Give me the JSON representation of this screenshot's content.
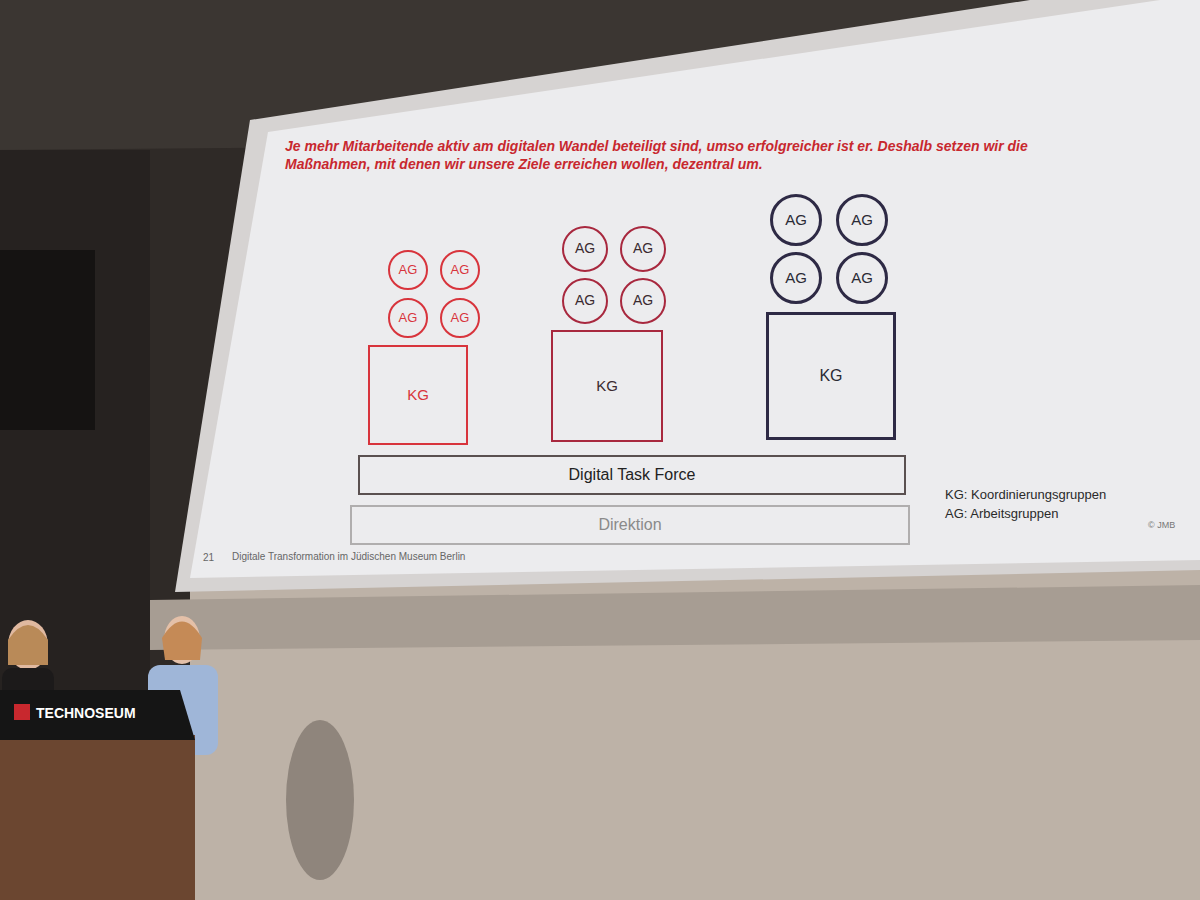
{
  "diagram": {
    "title": "Je mehr Mitarbeitende aktiv am digitalen Wandel beteiligt sind, umso erfolgreicher ist er. Deshalb setzen wir die Maßnahmen, mit denen wir unsere Ziele erreichen wollen, dezentral um.",
    "nodes": [
      {
        "text": [
          "AG"
        ]
      },
      {
        "text": [
          "AG"
        ]
      },
      {
        "text": [
          "AG"
        ]
      },
      {
        "text": [
          "AG"
        ]
      },
      {
        "text": [
          "KG"
        ]
      },
      {
        "text": [
          "AG"
        ]
      },
      {
        "text": [
          "AG"
        ]
      },
      {
        "text": [
          "AG"
        ]
      },
      {
        "text": [
          "AG"
        ]
      },
      {
        "text": [
          "KG"
        ]
      },
      {
        "text": [
          "AG"
        ]
      },
      {
        "text": [
          "AG"
        ]
      },
      {
        "text": [
          "AG"
        ]
      },
      {
        "text": [
          "AG"
        ]
      },
      {
        "text": [
          "KG"
        ]
      },
      {
        "text": [
          "Digital Task Force"
        ]
      },
      {
        "text": [
          "Direktion"
        ]
      }
    ],
    "labels": [
      "KG: Koordinierungsgruppen",
      "AG: Arbeitsgruppen",
      "21",
      "Digitale Transformation im Jüdischen Museum Berlin",
      "© JMB",
      "TECHNOSEUM"
    ]
  }
}
